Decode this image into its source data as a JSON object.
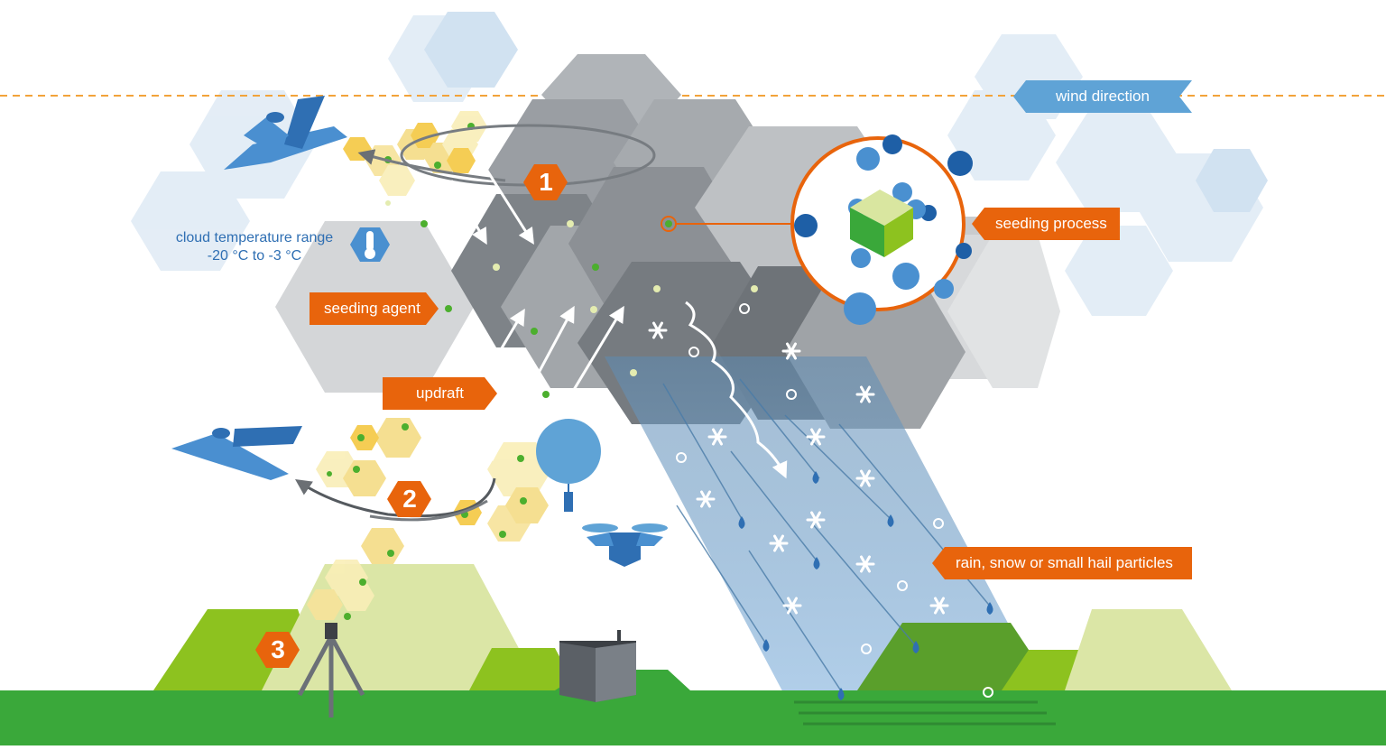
{
  "labels": {
    "wind_direction": "wind direction",
    "seeding_process": "seeding process",
    "seeding_agent": "seeding agent",
    "updraft": "updraft",
    "precipitation": "rain, snow or small hail particles",
    "temp_range_title": "cloud temperature range",
    "temp_range_value": "-20 °C to -3 °C"
  },
  "steps": [
    "1",
    "2",
    "3"
  ],
  "colors": {
    "orange": "#e8640c",
    "blue": "#5fa3d6",
    "dark_blue": "#2f6fb3",
    "grass": "#3aa83a",
    "light_green": "#8dc21f",
    "pale_green": "#dbe6a6",
    "cloud_gray": "#a9adb2",
    "seed_yellow": "#f5c842"
  },
  "icons": [
    "airplane-icon",
    "thermometer-icon",
    "balloon-icon",
    "drone-icon",
    "ground-generator-icon",
    "snowflake-icon",
    "droplet-icon"
  ]
}
